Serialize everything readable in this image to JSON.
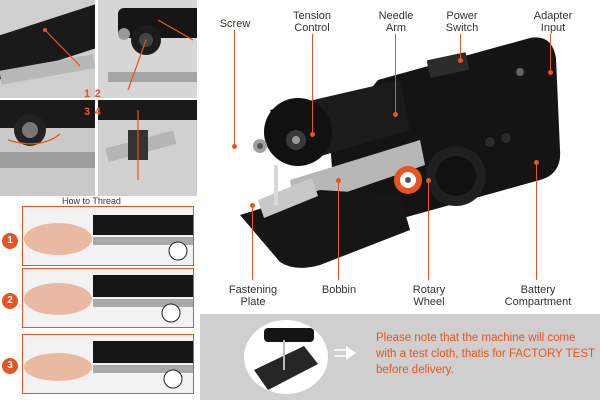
{
  "labels": {
    "screw": "Screw",
    "tension_control": "Tension\nControl",
    "needle_arm": "Needle\nArm",
    "power_switch": "Power\nSwitch",
    "adapter_input": "Adapter\nInput",
    "fastening_plate": "Fastening\nPlate",
    "bobbin": "Bobbin",
    "rotary_wheel": "Rotary\nWheel",
    "battery_compartment": "Battery\nCompartment"
  },
  "closeup_steps": [
    "1",
    "2",
    "3",
    "4"
  ],
  "thread_panel": {
    "title": "How to Thread",
    "steps": [
      "1",
      "2",
      "3"
    ]
  },
  "note": {
    "text": "Please note that the machine will come with a test cloth, thatis for FACTORY TEST before delivery."
  },
  "colors": {
    "accent": "#e8531f",
    "machine_body": "#151515",
    "note_bar": "#cfcfcf"
  }
}
